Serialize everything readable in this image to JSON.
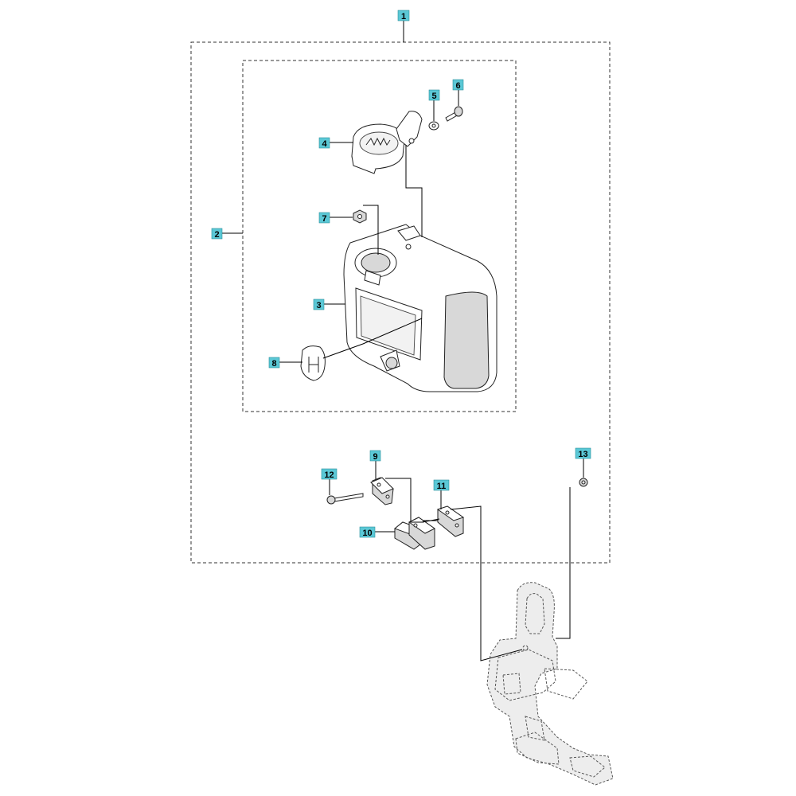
{
  "callouts": {
    "c1": "1",
    "c2": "2",
    "c3": "3",
    "c4": "4",
    "c5": "5",
    "c6": "6",
    "c7": "7",
    "c8": "8",
    "c9": "9",
    "c10": "10",
    "c11": "11",
    "c12": "12",
    "c13": "13"
  },
  "colors": {
    "callout_fill": "#5bc8d6",
    "line": "#000000",
    "part_shade": "#d8d8d8"
  }
}
